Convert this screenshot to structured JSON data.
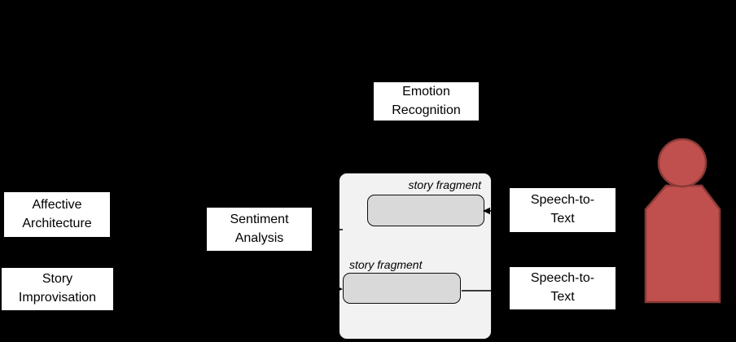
{
  "diagram": {
    "nodes": {
      "emotion_recognition": {
        "label": "Emotion\nRecognition"
      },
      "affective_architecture": {
        "label": "Affective\nArchitecture"
      },
      "sentiment_analysis": {
        "label": "Sentiment\nAnalysis"
      },
      "story_improvisation": {
        "label": "Story\nImprovisation"
      },
      "speech_to_text_top": {
        "label": "Speech-to-\nText"
      },
      "speech_to_text_bottom": {
        "label": "Speech-to-\nText"
      }
    },
    "story_panel": {
      "fragment_labels": {
        "top": "story fragment",
        "bottom": "story fragment"
      }
    },
    "icons": {
      "person": "user-person-icon"
    }
  },
  "colors": {
    "background": "#000000",
    "node_fill": "#FFFFFF",
    "node_border": "#000000",
    "node_text": "#000000",
    "panel_fill": "#F2F2F2",
    "panel_border": "#0D0D0D",
    "fragment_fill": "#D9D9D9",
    "fragment_border": "#0D0D0D",
    "person_fill": "#C0504D",
    "person_stroke": "#8B3A38",
    "line_color": "#000000"
  }
}
